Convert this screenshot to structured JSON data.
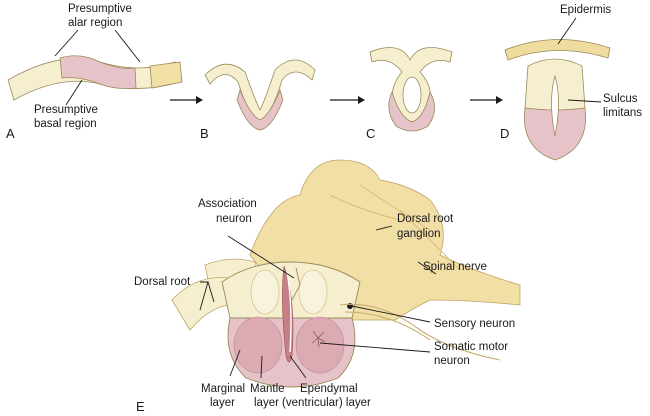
{
  "panels": [
    "A",
    "B",
    "C",
    "D",
    "E"
  ],
  "labels": {
    "presumptive_alar_1": "Presumptive",
    "presumptive_alar_2": "alar region",
    "presumptive_basal_1": "Presumptive",
    "presumptive_basal_2": "basal region",
    "epidermis": "Epidermis",
    "sulcus_1": "Sulcus",
    "sulcus_2": "limitans",
    "association_1": "Association",
    "association_2": "neuron",
    "dorsal_root_ganglion_1": "Dorsal root",
    "dorsal_root_ganglion_2": "ganglion",
    "spinal_nerve": "Spinal nerve",
    "dorsal_root": "Dorsal root",
    "sensory_neuron": "Sensory neuron",
    "somatic_motor_1": "Somatic motor",
    "somatic_motor_2": "neuron",
    "marginal_1": "Marginal",
    "marginal_2": "layer",
    "mantle_1": "Mantle",
    "mantle_2": "layer",
    "ependymal_1": "Ependymal",
    "ependymal_2": "(ventricular) layer"
  },
  "colors": {
    "alar": "#f6efcf",
    "basal": "#e6c3c8",
    "tissue": "#f1dfa6",
    "tissue_dark": "#e2c982",
    "epidermis": "#f0dc9e",
    "ependymal": "#c77f86"
  }
}
